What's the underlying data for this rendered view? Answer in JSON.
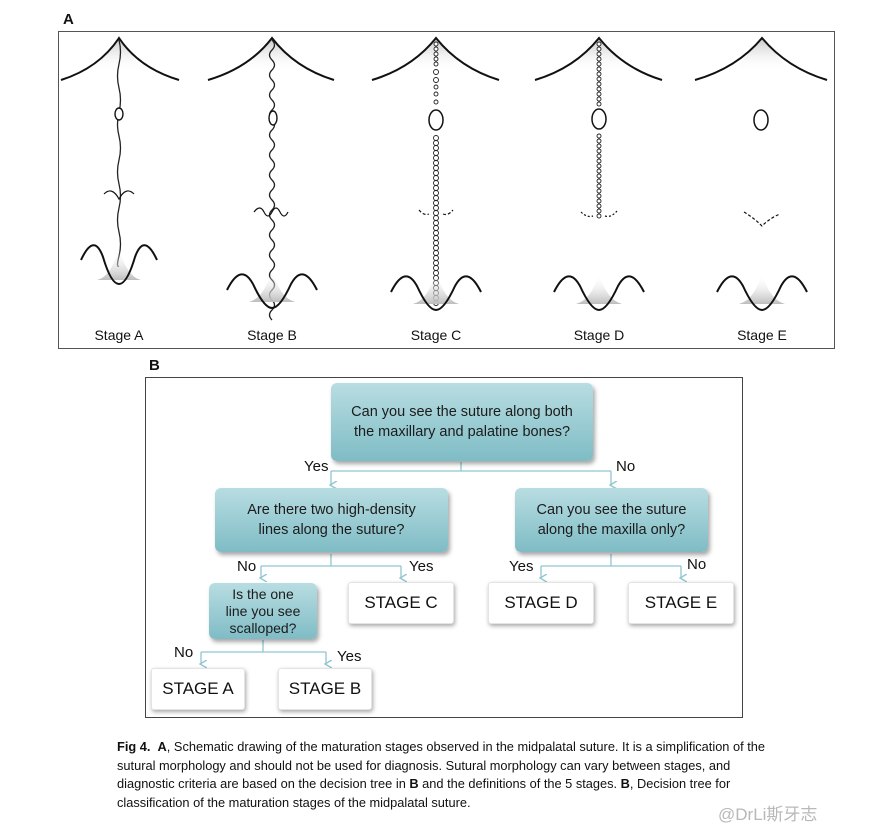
{
  "panel_a": {
    "letter": "A",
    "stages": [
      "Stage A",
      "Stage B",
      "Stage C",
      "Stage D",
      "Stage E"
    ]
  },
  "panel_b": {
    "letter": "B",
    "q1": [
      "Can you see the suture along both",
      "the maxillary and palatine bones?"
    ],
    "q2": [
      "Are there two high-density",
      "lines along the suture?"
    ],
    "q3": [
      "Can you see the suture",
      "along the maxilla only?"
    ],
    "q4": [
      "Is the one",
      "line you see",
      "scalloped?"
    ],
    "yes": "Yes",
    "no": "No",
    "stage_c": "STAGE C",
    "stage_d": "STAGE D",
    "stage_e": "STAGE E",
    "stage_a": "STAGE A",
    "stage_b": "STAGE B"
  },
  "caption": {
    "fig": "Fig 4.",
    "a": "A",
    "text1": ", Schematic drawing of the maturation stages observed in the midpalatal suture. It is a simplification of the sutural morphology and should not be used for diagnosis. Sutural morphology can vary between stages, and diagnostic criteria are based on the decision tree in ",
    "b1": "B",
    "text2": " and the definitions of the 5 stages. ",
    "b2": "B",
    "text3": ", Decision tree for classification of the maturation stages of the midpalatal suture."
  },
  "watermark": "@DrLi斯牙志"
}
